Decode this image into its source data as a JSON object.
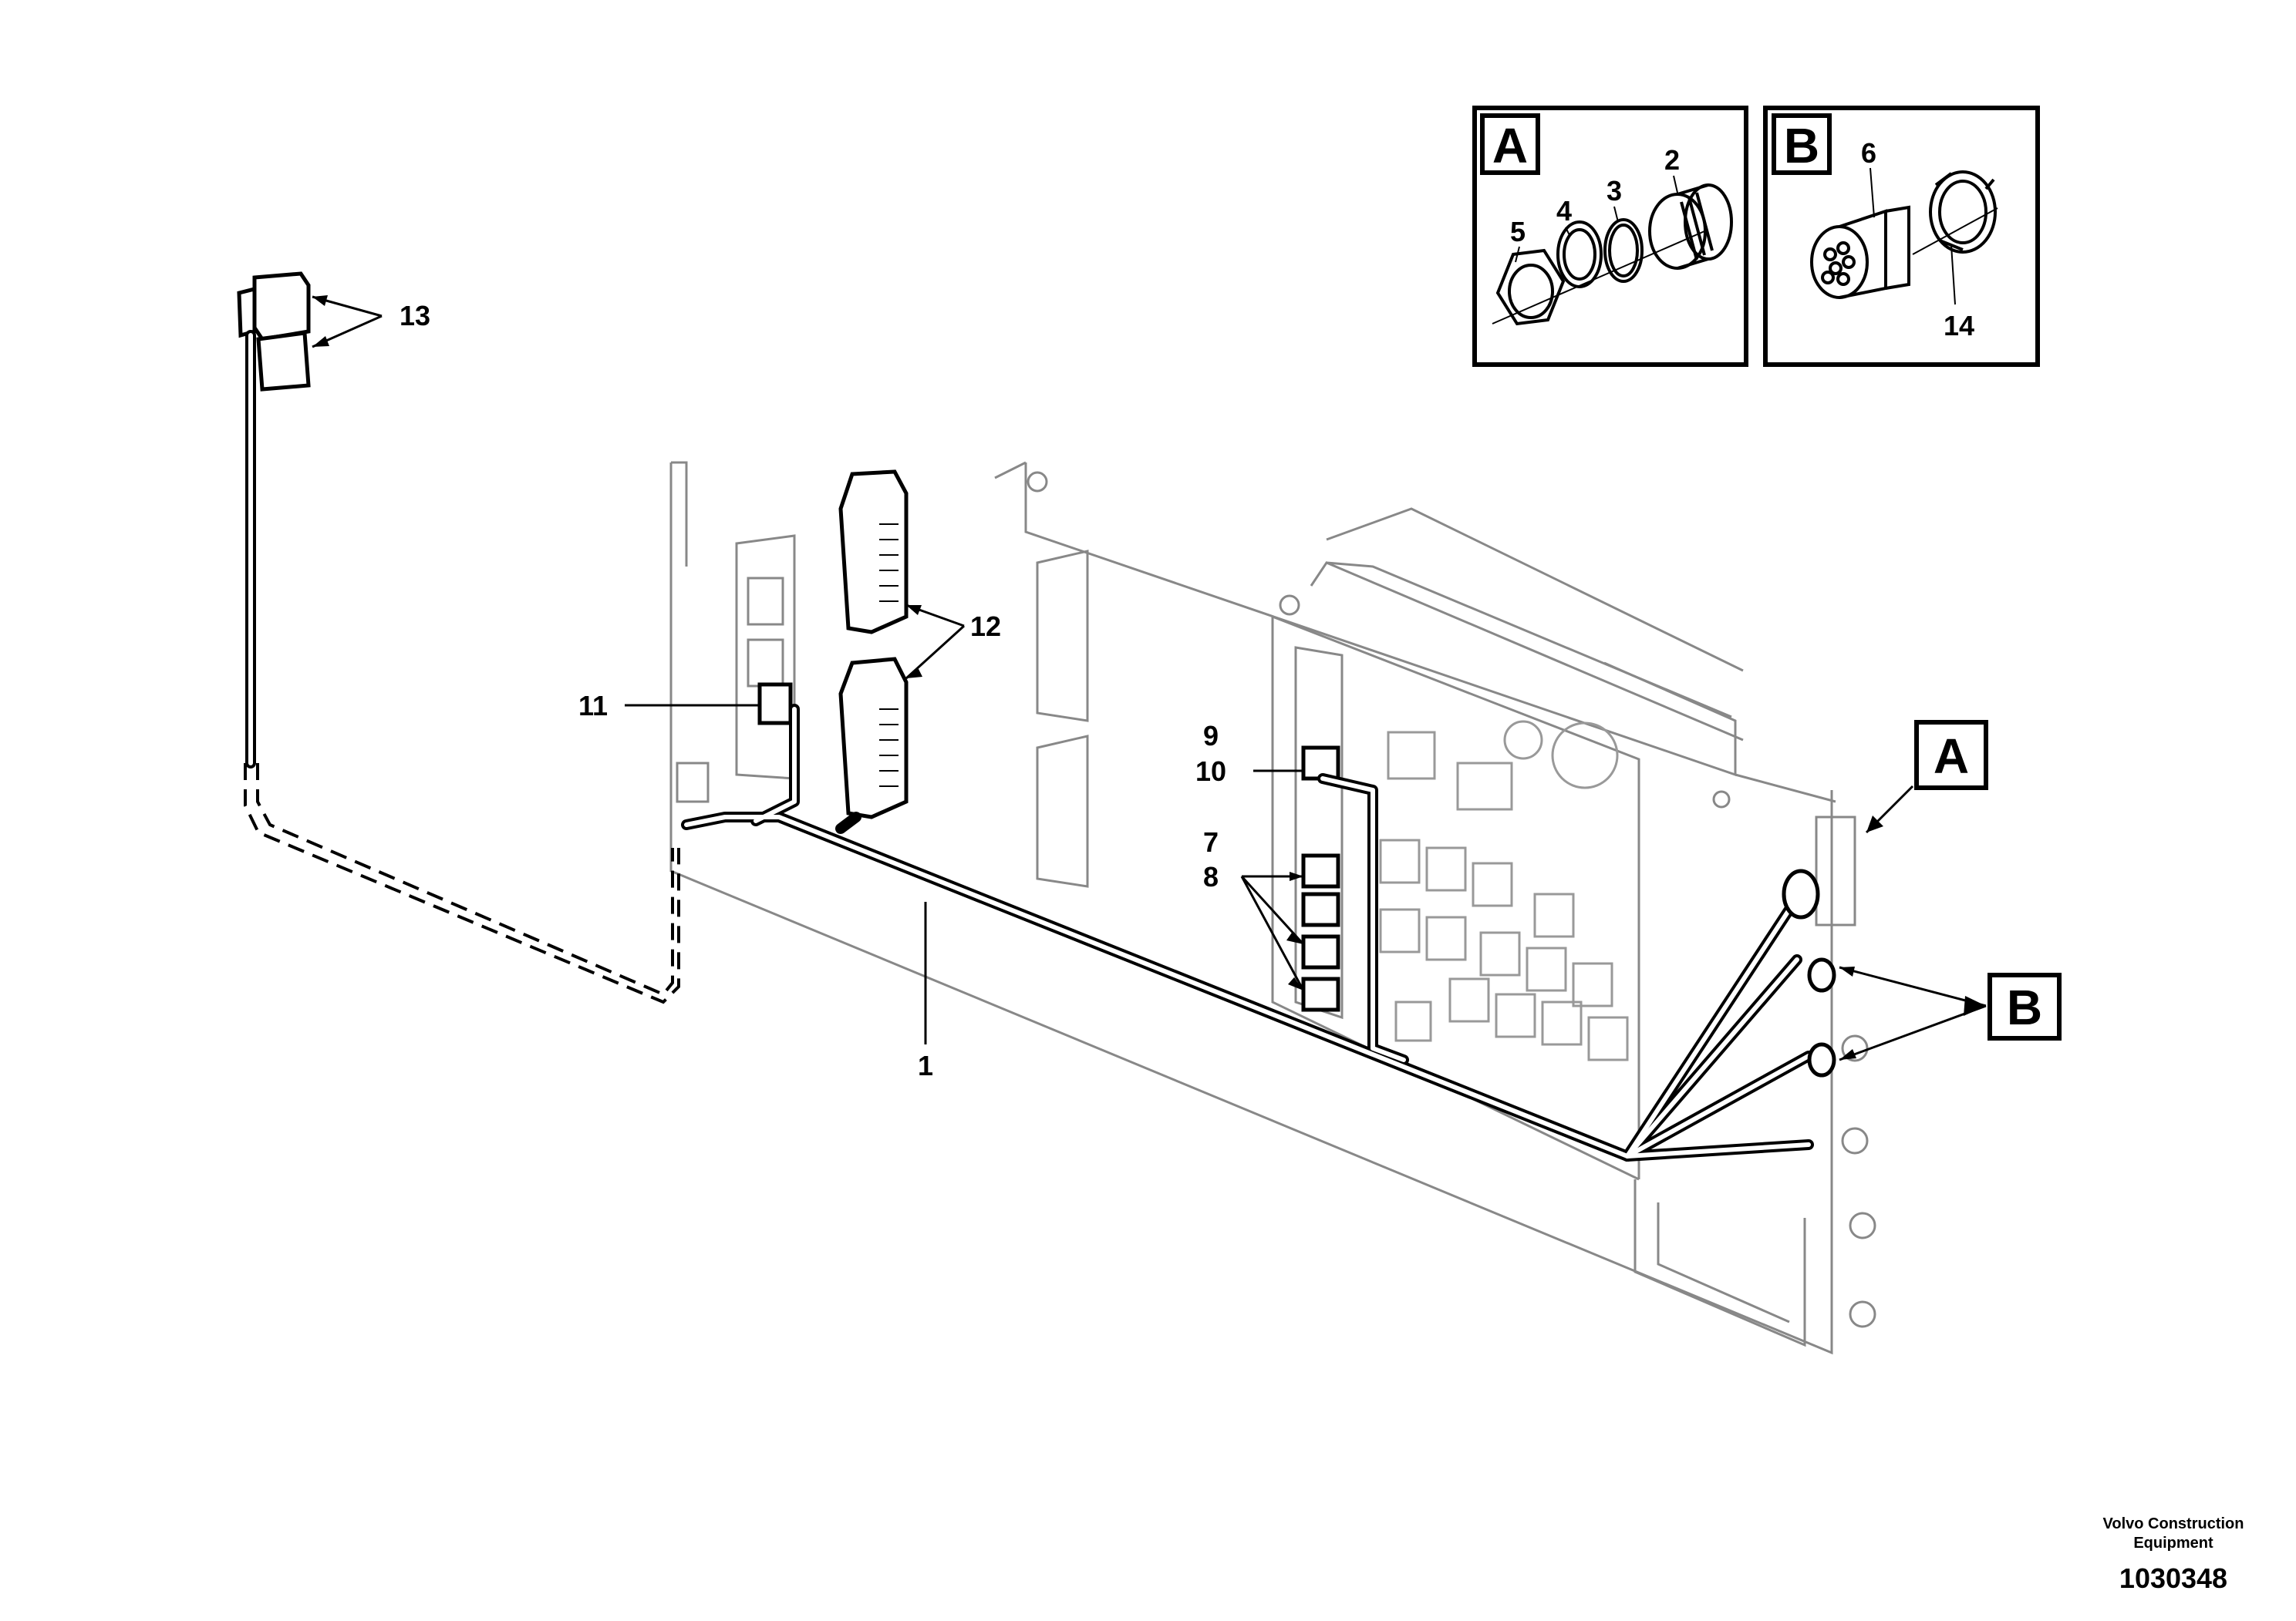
{
  "callouts": {
    "c1": "1",
    "c2": "2",
    "c3": "3",
    "c4": "4",
    "c5": "5",
    "c6": "6",
    "c7": "7",
    "c8": "8",
    "c9": "9",
    "c10": "10",
    "c11": "11",
    "c12": "12",
    "c13": "13",
    "c14": "14"
  },
  "detail_letters": {
    "a": "A",
    "b": "B"
  },
  "footer": {
    "publisher_line1": "Volvo Construction",
    "publisher_line2": "Equipment",
    "figure_number": "1030348"
  }
}
